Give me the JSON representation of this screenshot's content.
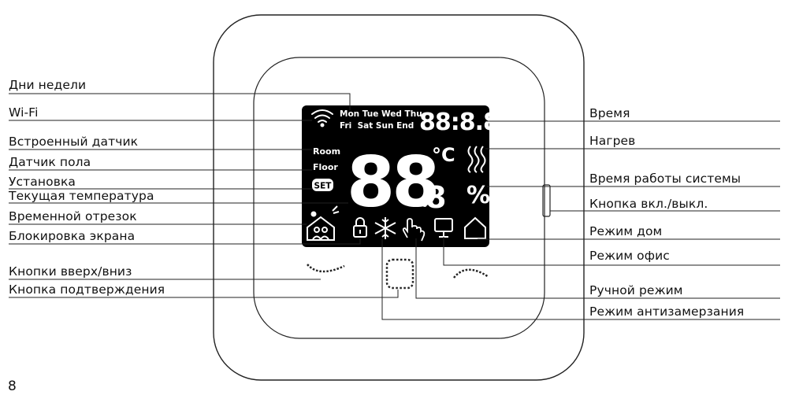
{
  "left_labels": [
    "Дни недели",
    "Wi-Fi",
    "Встроенный датчик",
    "Датчик пола",
    "Установка",
    "Текущая температура",
    "Временной отрезок",
    "Блокировка экрана",
    "Кнопки вверх/вниз",
    "Кнопка подтверждения"
  ],
  "right_labels": [
    "Время",
    "Нагрев",
    "Время работы системы",
    "Кнопка вкл./выкл.",
    "Режим дом",
    "Режим офис",
    "Ручной режим",
    "Режим антизамерзания"
  ],
  "display": {
    "days_row1": "Mon Tue Wed Thu",
    "days_row2": "Fri  Sat Sun End",
    "time_digits": "88:8.8",
    "room": "Room",
    "floor": "Floor",
    "set": "SET",
    "celsius": "°C",
    "percent": "%",
    "temp_big": "88",
    "temp_small": "8"
  },
  "page_number": "8",
  "colors": {
    "screen": "#000000",
    "line": "#222222"
  }
}
